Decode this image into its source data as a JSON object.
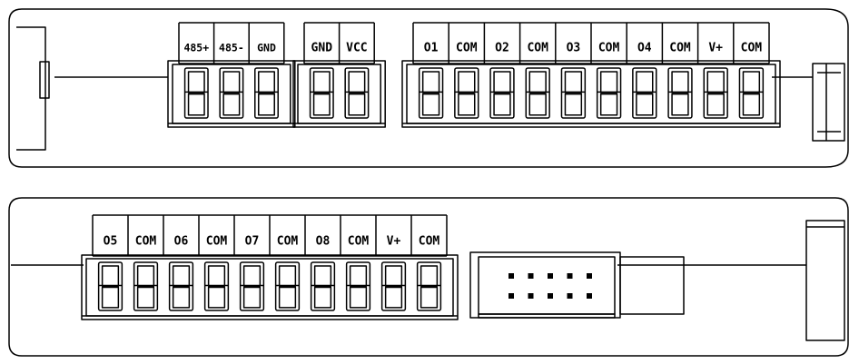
{
  "diagram": {
    "top_panel": {
      "group_rs485": [
        "485+",
        "485-",
        "GND"
      ],
      "group_power": [
        "GND",
        "VCC"
      ],
      "group_outputs": [
        "O1",
        "COM",
        "O2",
        "COM",
        "O3",
        "COM",
        "O4",
        "COM",
        "V+",
        "COM"
      ]
    },
    "bottom_panel": {
      "group_outputs": [
        "O5",
        "COM",
        "O6",
        "COM",
        "O7",
        "COM",
        "O8",
        "COM",
        "V+",
        "COM"
      ]
    },
    "colors": {
      "stroke": "#000000",
      "background": "#ffffff"
    }
  }
}
